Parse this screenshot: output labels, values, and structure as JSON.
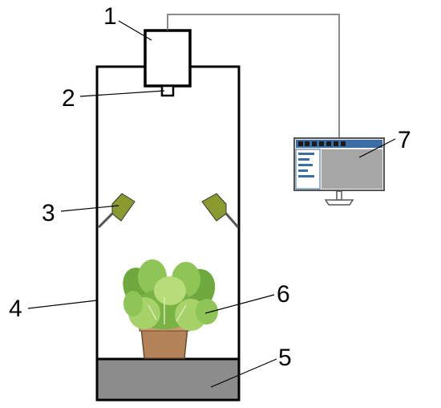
{
  "labels": {
    "camera": "1",
    "lens": "2",
    "lamp": "3",
    "box": "4",
    "base": "5",
    "plant": "6",
    "computer": "7"
  },
  "colors": {
    "lamp": "#8a9a2e",
    "base": "#8c8c8c",
    "monitor_panel": "#a6a6a6",
    "leaf": "#6fa83c",
    "leaf_light": "#a7d169",
    "pot": "#b5835a"
  }
}
